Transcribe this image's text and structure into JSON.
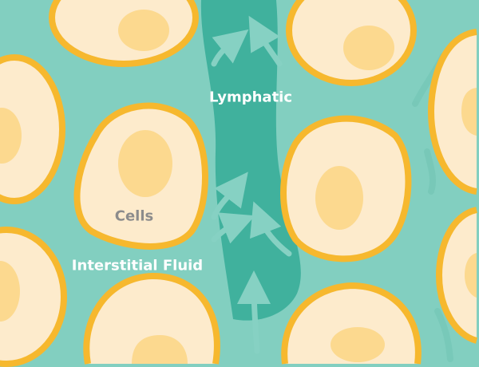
{
  "labels": {
    "lymphatic": "Lymphatic",
    "cells": "Cells",
    "interstitial_fluid": "Interstitial Fluid"
  },
  "colors": {
    "background": "#82cfc0",
    "vessel": "#40b19d",
    "cell_fill": "#fdebcc",
    "cell_border": "#f6b82e",
    "nucleus": "#fcd98f",
    "arrow": "#86d1c3"
  }
}
